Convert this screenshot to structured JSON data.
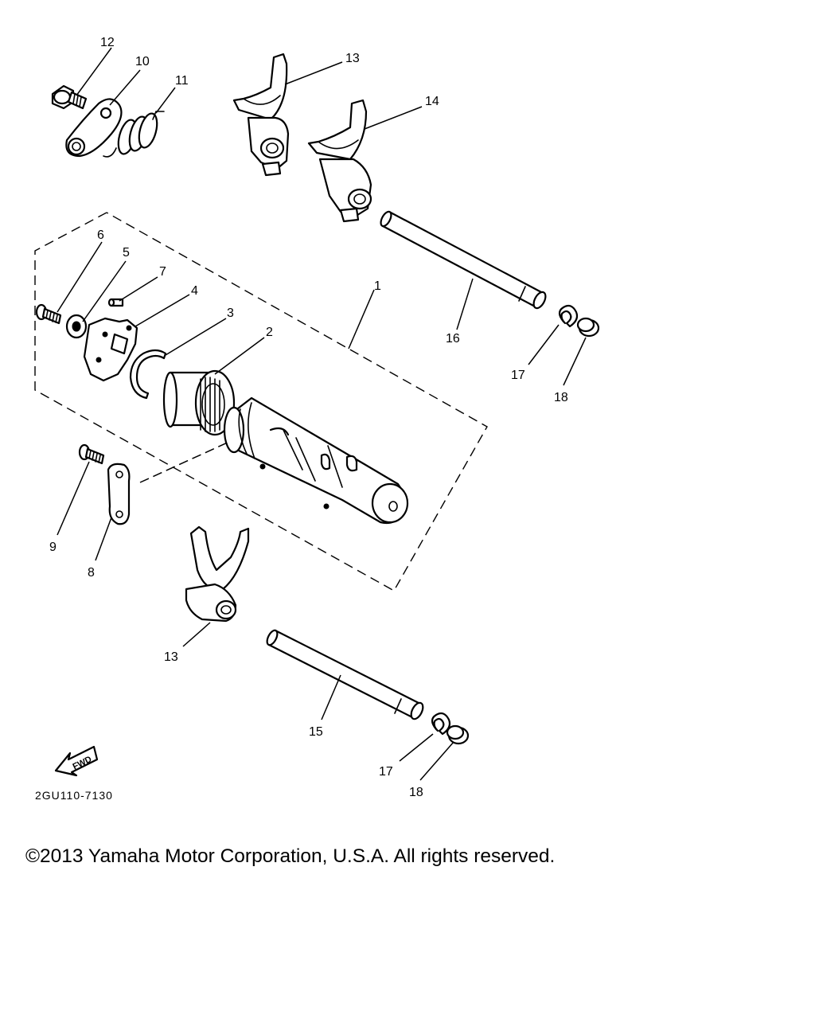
{
  "diagram": {
    "callouts": {
      "c1": "1",
      "c2": "2",
      "c3": "3",
      "c4": "4",
      "c5": "5",
      "c6": "6",
      "c7": "7",
      "c8": "8",
      "c9": "9",
      "c10": "10",
      "c11": "11",
      "c12": "12",
      "c13a": "13",
      "c13b": "13",
      "c14": "14",
      "c15": "15",
      "c16": "16",
      "c17a": "17",
      "c17b": "17",
      "c18a": "18",
      "c18b": "18"
    },
    "fwd_label": "FWD",
    "drawing_code": "2GU110-7130"
  },
  "footer": {
    "copyright": "©2013 Yamaha Motor Corporation, U.S.A. All rights reserved."
  }
}
